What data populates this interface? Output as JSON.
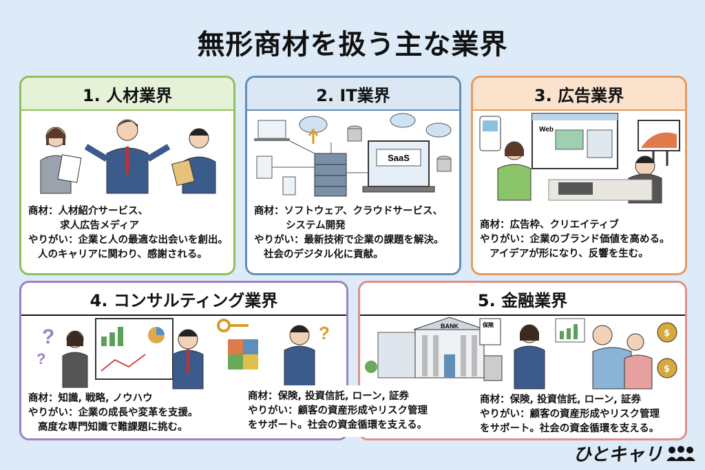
{
  "title": "無形商材を扱う主な業界",
  "cards": [
    {
      "heading": "1. 人材業界",
      "lines": [
        "商材：人材紹介サービス、",
        "求人広告メディア",
        "やりがい：企業と人の最適な出会いを創出。",
        "人のキャリアに関わり、感謝される。"
      ]
    },
    {
      "heading": "2. IT業界",
      "saas": "SaaS",
      "lines": [
        "商材：ソフトウェア、クラウドサービス、",
        "システム開発",
        "やりがい：最新技術で企業の課題を解決。",
        "社会のデジタル化に貢献。"
      ]
    },
    {
      "heading": "3. 広告業界",
      "web": "Web",
      "lines": [
        "商材：広告枠、クリエイティブ",
        "やりがい：企業のブランド価値を高める。",
        "アイデアが形になり、反響を生む。"
      ]
    },
    {
      "heading": "4. コンサルティング業界",
      "lines": [
        "商材：知識, 戦略, ノウハウ",
        "やりがい：企業の成長や変革を支援。",
        "高度な専門知識で難課題に挑む。"
      ]
    },
    {
      "heading": "5. 金融業界",
      "bank": "BANK",
      "insurance": "保険",
      "lines": [
        "商材：保険, 投資信託, ローン, 証券",
        "やりがい：顧客の資産形成やリスク管理",
        "をサポート。社会の資金循環を支える。"
      ]
    }
  ],
  "middle_lines": [
    "商材：保険, 投資信託, ローン, 証券",
    "やりがい：顧客の資産形成やリスク管理",
    "をサポート。社会の資金循環を支える。"
  ],
  "logo": "ひとキャリ",
  "colors": {
    "green": "#8dbf5b",
    "blue": "#5f8fb8",
    "orange": "#e49a5f",
    "purple": "#9c81be",
    "red": "#e08f86"
  }
}
